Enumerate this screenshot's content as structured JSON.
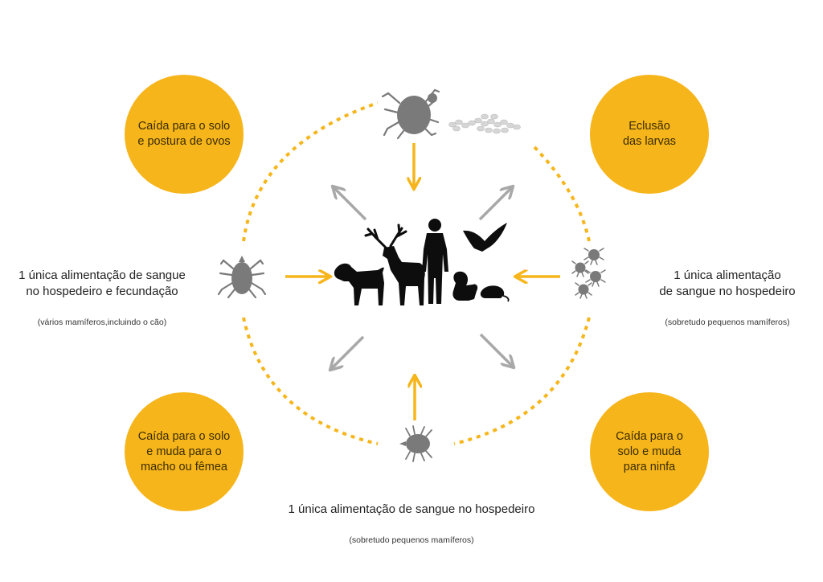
{
  "colors": {
    "accent": "#F6B51B",
    "arrow_in": "#F6B51B",
    "arrow_out": "#A8A8A8",
    "tick": "#7A7A7A",
    "hosts": "#0d0d0d"
  },
  "bubbles": {
    "top_left": "Caída para o solo\ne postura de ovos",
    "top_right": "Eclusão\ndas larvas",
    "bottom_left": "Caída para o solo\ne muda para o\nmacho ou fêmea",
    "bottom_right": "Caída para o\nsolo e muda\npara ninfa"
  },
  "labels": {
    "left_main": "1 única alimentação de sangue\nno hospedeiro e fecundação",
    "left_sub": "(vários mamíferos,incluindo o cão)",
    "right_main": "1 única alimentação\nde sangue no hospedeiro",
    "right_sub": "(sobretudo pequenos mamíferos)",
    "bottom_main": "1 única alimentação de sangue no hospedeiro",
    "bottom_sub": "(sobretudo pequenos mamíferos)"
  },
  "icons": {
    "top": "engorged-female-tick-with-eggs",
    "left": "adult-tick",
    "right": "larvae-group",
    "bottom": "nymph-tick",
    "center": "host-animals-silhouettes"
  }
}
